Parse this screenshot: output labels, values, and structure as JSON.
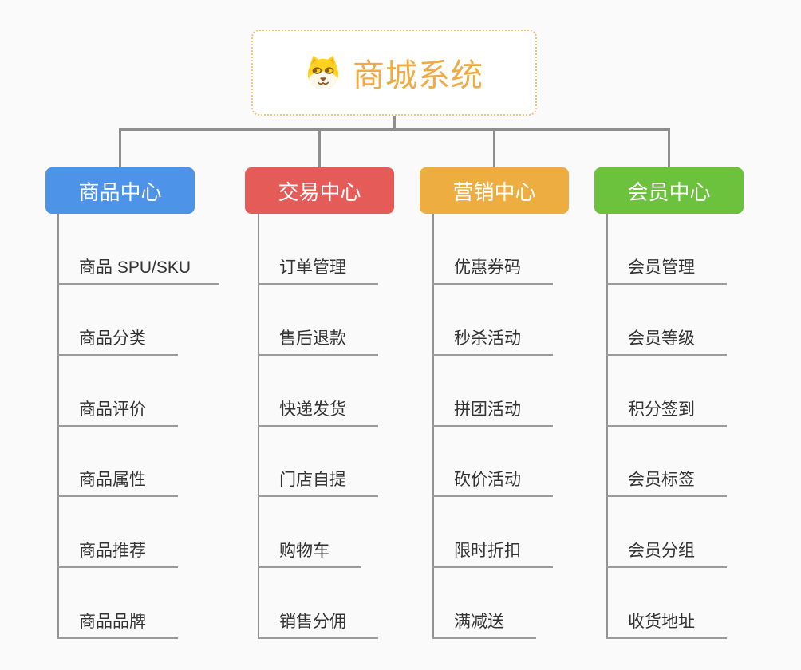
{
  "root": {
    "label": "商城系统",
    "icon": "shiba-dog-icon",
    "accent_color": "#f0ab45",
    "border_color": "#f4c27c"
  },
  "branches": [
    {
      "label": "商品中心",
      "color": "#4d93e8",
      "items": [
        "商品 SPU/SKU",
        "商品分类",
        "商品评价",
        "商品属性",
        "商品推荐",
        "商品品牌"
      ]
    },
    {
      "label": "交易中心",
      "color": "#e45b58",
      "items": [
        "订单管理",
        "售后退款",
        "快递发货",
        "门店自提",
        "购物车",
        "销售分佣"
      ]
    },
    {
      "label": "营销中心",
      "color": "#edad41",
      "items": [
        "优惠券码",
        "秒杀活动",
        "拼团活动",
        "砍价活动",
        "限时折扣",
        "满减送"
      ]
    },
    {
      "label": "会员中心",
      "color": "#6cc13d",
      "items": [
        "会员管理",
        "会员等级",
        "积分签到",
        "会员标签",
        "会员分组",
        "收货地址"
      ]
    }
  ],
  "colors": {
    "background": "#fafafa",
    "connector": "#8e8e8e",
    "underline": "#9b9b9b",
    "leaf_text": "#333333"
  }
}
